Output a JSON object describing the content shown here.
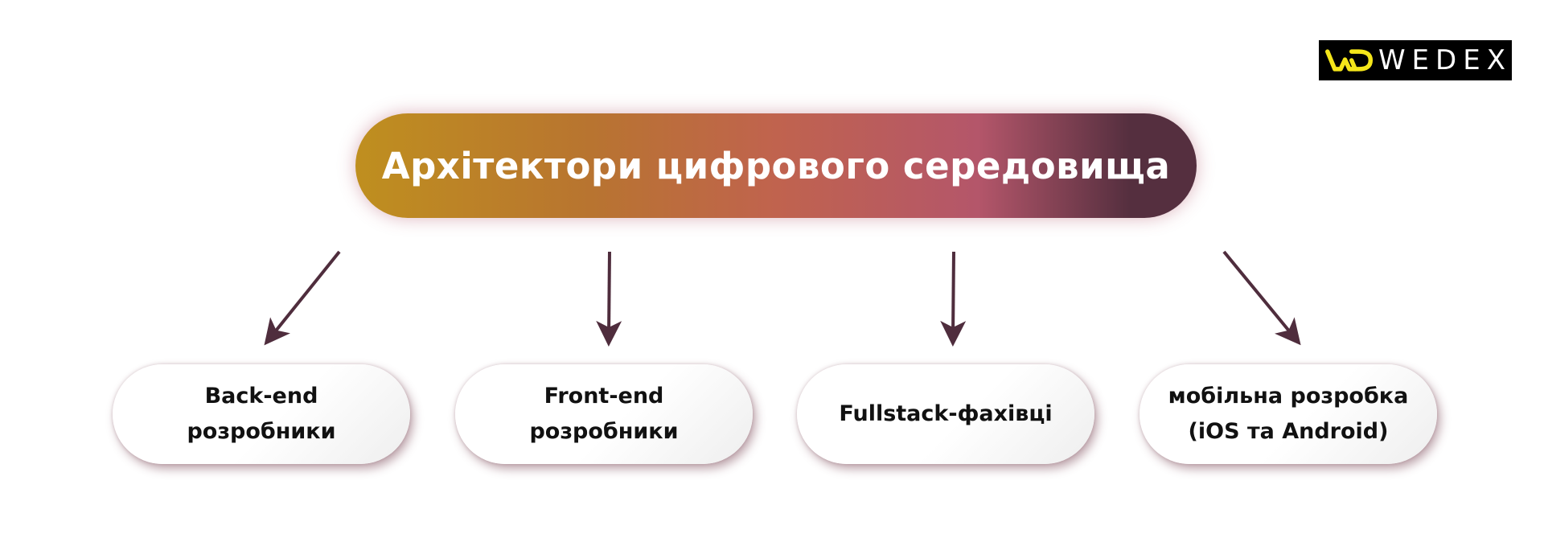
{
  "logo": {
    "text": "WEDEX",
    "mark_color": "#f5e61a"
  },
  "title": {
    "text": "Архітектори цифрового середовища",
    "gradient": [
      "#bf8f1f",
      "#b87430",
      "#c0634e",
      "#b4566a",
      "#552f3f"
    ]
  },
  "arrow_color": "#4f2d3d",
  "nodes": [
    {
      "label": "Back-end\nрозробники"
    },
    {
      "label": "Front-end\nрозробники"
    },
    {
      "label": "Fullstack-фахівці"
    },
    {
      "label": "мобільна розробка\n(iOS та Android)"
    }
  ]
}
